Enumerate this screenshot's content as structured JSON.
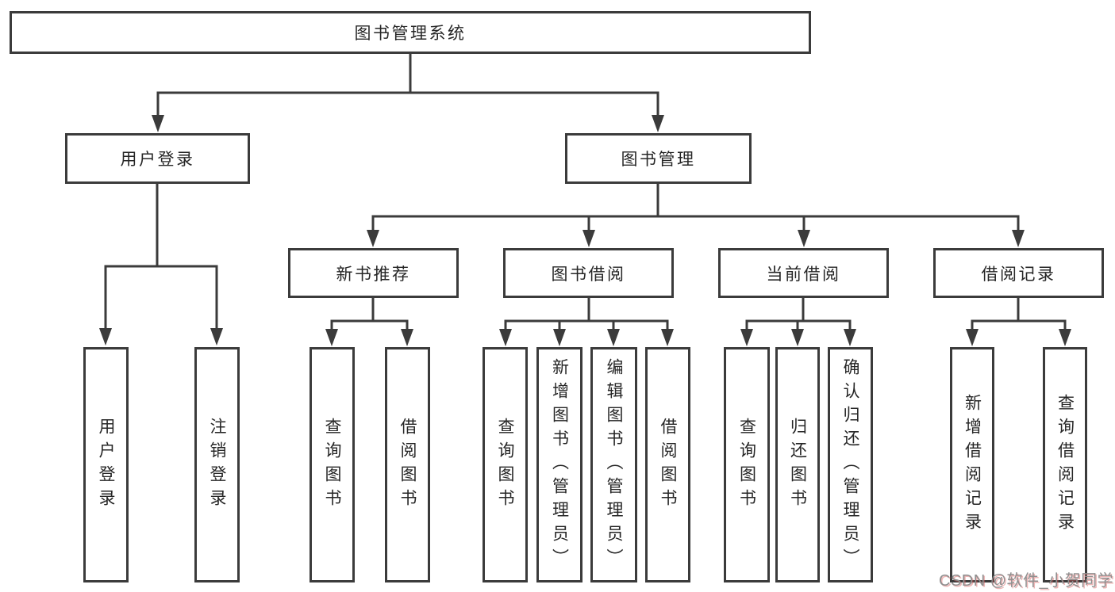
{
  "diagram": {
    "watermark": "CSDN @软件_小贺同学",
    "colors": {
      "line": "#3b3b3b",
      "text": "#262626",
      "background": "#ffffff",
      "watermark": "#8f8f8f"
    },
    "root": {
      "label": "图书管理系统"
    },
    "branches": [
      {
        "label": "用户登录",
        "children": [
          {
            "label": "用户登录"
          },
          {
            "label": "注销登录"
          }
        ]
      },
      {
        "label": "图书管理",
        "children": [
          {
            "label": "新书推荐",
            "children": [
              {
                "label": "查询图书"
              },
              {
                "label": "借阅图书"
              }
            ]
          },
          {
            "label": "图书借阅",
            "children": [
              {
                "label": "查询图书"
              },
              {
                "label": "新增图书（管理员）"
              },
              {
                "label": "编辑图书（管理员）"
              },
              {
                "label": "借阅图书"
              }
            ]
          },
          {
            "label": "当前借阅",
            "children": [
              {
                "label": "查询图书"
              },
              {
                "label": "归还图书"
              },
              {
                "label": "确认归还（管理员）"
              }
            ]
          },
          {
            "label": "借阅记录",
            "children": [
              {
                "label": "新增借阅记录"
              },
              {
                "label": "查询借阅记录"
              }
            ]
          }
        ]
      }
    ]
  }
}
